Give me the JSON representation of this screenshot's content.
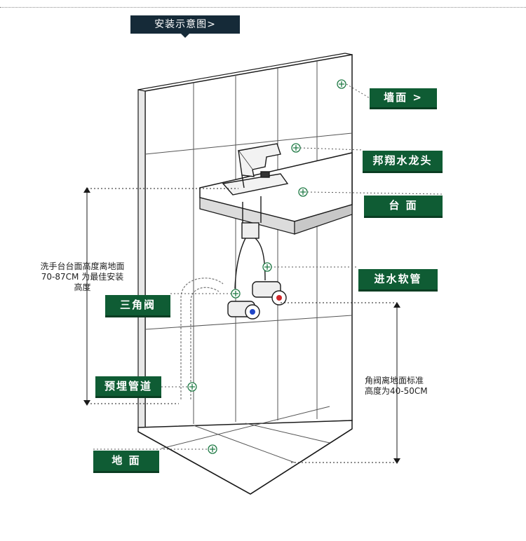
{
  "header": {
    "title": "安装示意图>"
  },
  "labels": {
    "wall": "墙面 >",
    "faucet": "邦翔水龙头",
    "countertop": "台 面",
    "inlet_hose": "进水软管",
    "angle_valve": "三角阀",
    "embedded_pipe": "预埋管道",
    "floor": "地 面"
  },
  "notes": {
    "counter_height_1": "洗手台台面高度离地面",
    "counter_height_2": "70-87CM 为最佳安装",
    "counter_height_3": "高度",
    "valve_height_1": "角阀离地面标准",
    "valve_height_2": "高度为40-50CM"
  },
  "colors": {
    "tag_green": "#0f5c34",
    "header_navy": "#152a38",
    "hot_red": "#d0262a",
    "cold_blue": "#2046c8",
    "marker_green": "#1f7a45"
  }
}
